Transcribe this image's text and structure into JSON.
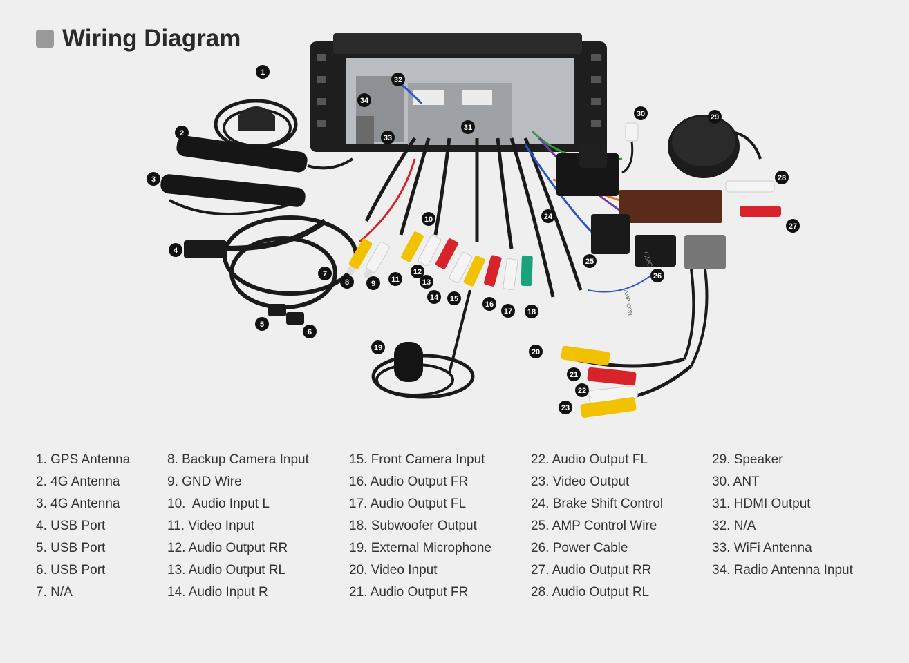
{
  "title": "Wiring Diagram",
  "icons": {
    "title_marker": "square-icon"
  },
  "colors": {
    "background": "#efefef",
    "badge": "#111111",
    "rca_yellow": "#f2c200",
    "rca_red": "#d8232a",
    "rca_white": "#f4f4f4",
    "rca_green": "#1aa37a",
    "cable": "#1a1a1a",
    "wire_purple": "#6b3fa0",
    "wire_blue": "#2a55c8",
    "wire_green": "#2e9b3a",
    "wire_orange": "#e07a1a",
    "module_brown": "#5a2a1a"
  },
  "legend": [
    [
      "1. GPS Antenna",
      "2. 4G Antenna",
      "3. 4G Antenna",
      "4. USB Port",
      "5. USB Port",
      "6. USB Port",
      "7. N/A"
    ],
    [
      "8. Backup Camera Input",
      "9. GND Wire",
      "10.  Audio Input L",
      "11. Video Input",
      "12. Audio Output RR",
      "13. Audio Output RL",
      "14. Audio Input R"
    ],
    [
      "15. Front Camera Input",
      "16. Audio Output FR",
      "17. Audio Output FL",
      "18. Subwoofer Output",
      "19. External Microphone",
      "20. Video Input",
      "21. Audio Output FR"
    ],
    [
      "22. Audio Output FL",
      "23. Video Output",
      "24. Brake Shift Control",
      "25. AMP Control Wire",
      "26. Power Cable",
      "27. Audio Output RR",
      "28. Audio Output RL"
    ],
    [
      "29. Speaker",
      "30. ANT",
      "31. HDMI Output",
      "32. N/A",
      "33. WiFi Antenna",
      "34. Radio Antenna Input"
    ]
  ],
  "badges": [
    "1",
    "2",
    "3",
    "4",
    "5",
    "6",
    "7",
    "8",
    "9",
    "10",
    "11",
    "12",
    "13",
    "14",
    "15",
    "16",
    "17",
    "18",
    "19",
    "20",
    "21",
    "22",
    "23",
    "24",
    "25",
    "26",
    "27",
    "28",
    "29",
    "30",
    "31",
    "32",
    "33",
    "34"
  ],
  "device_labels": {
    "plug_text": "GMC",
    "wire_tag": "AMP-CON"
  }
}
